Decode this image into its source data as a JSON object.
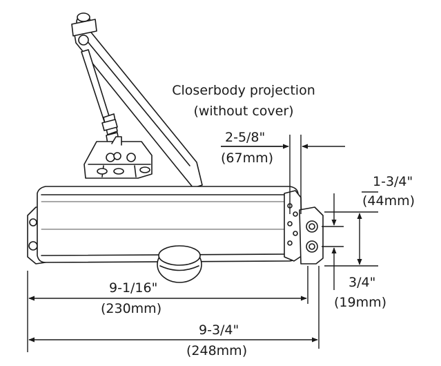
{
  "diagram": {
    "colors": {
      "line": "#1a1a1a",
      "fill": "#ffffff"
    },
    "projection_note": {
      "line1": "Closerbody projection",
      "line2": "(without cover)"
    },
    "dims": {
      "projection": {
        "imperial": "2-5/8\"",
        "metric": "(67mm)"
      },
      "height": {
        "imperial": "1-3/4\"",
        "metric": "(44mm)"
      },
      "hole_spacing": {
        "imperial": "3/4\"",
        "metric": "(19mm)"
      },
      "body_length": {
        "imperial": "9-1/16\"",
        "metric": "(230mm)"
      },
      "overall_length": {
        "imperial": "9-3/4\"",
        "metric": "(248mm)"
      }
    }
  }
}
